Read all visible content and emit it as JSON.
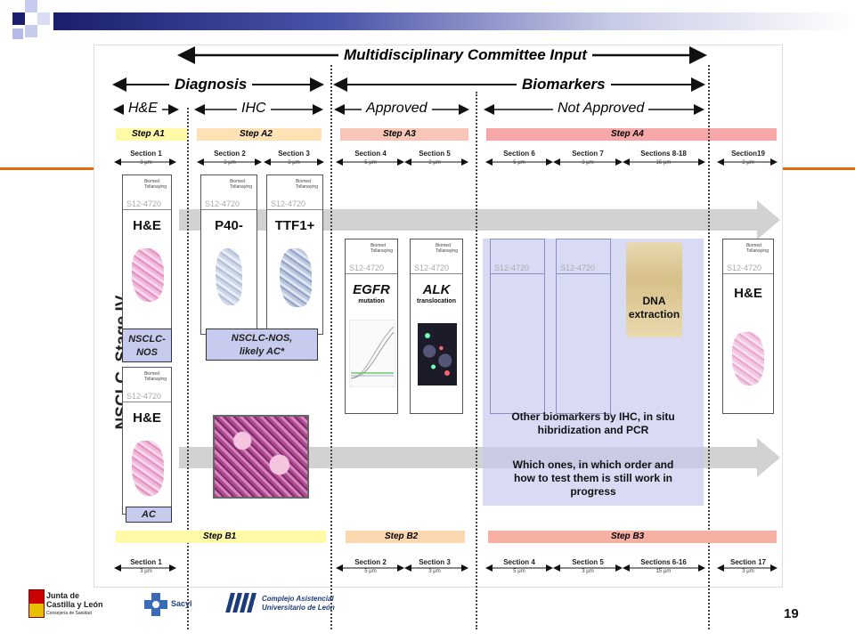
{
  "page_number": "19",
  "header": {
    "top_label": "Multidisciplinary Committee Input",
    "diagnosis": "Diagnosis",
    "biomarkers": "Biomarkers",
    "he": "H&E",
    "ihc": "IHC",
    "approved": "Approved",
    "not_approved": "Not Approved"
  },
  "side_label": "NSCLC. Stage IV",
  "steps_a": [
    "Step A1",
    "Step A2",
    "Step A3",
    "Step A4"
  ],
  "steps_b": [
    "Step B1",
    "Step B2",
    "Step B3"
  ],
  "sections_a": [
    {
      "name": "Section 1",
      "thickness": "3 μm"
    },
    {
      "name": "Section 2",
      "thickness": "3 μm"
    },
    {
      "name": "Section 3",
      "thickness": "3 μm"
    },
    {
      "name": "Section 4",
      "thickness": "5 μm"
    },
    {
      "name": "Section 5",
      "thickness": "3 μm"
    },
    {
      "name": "Section 6",
      "thickness": "5 μm"
    },
    {
      "name": "Section 7",
      "thickness": "3 μm"
    },
    {
      "name": "Sections 8-18",
      "thickness": "15 μm"
    },
    {
      "name": "Section19",
      "thickness": "3 μm"
    }
  ],
  "sections_b": [
    {
      "name": "Section 1",
      "thickness": "3 μm"
    },
    {
      "name": "Section  2",
      "thickness": "5 μm"
    },
    {
      "name": "Section 3",
      "thickness": "3 μm"
    },
    {
      "name": "Section 4",
      "thickness": "5 μm"
    },
    {
      "name": "Section 5",
      "thickness": "3 μm"
    },
    {
      "name": "Sections 6-16",
      "thickness": "15 μm"
    },
    {
      "name": "Section 17",
      "thickness": "3 μm"
    }
  ],
  "slide_code": "S12-4720",
  "slide_logo": "Biomed\nTollanaying",
  "stains": {
    "he": "H&E",
    "p40": "P40-",
    "ttf1": "TTF1+",
    "egfr": "EGFR",
    "egfr_sub": "mutation",
    "alk": "ALK",
    "alk_sub": "translocation",
    "dna": "DNA\nextraction"
  },
  "results": {
    "nsclc_nos": "NSCLC-\nNOS",
    "nsclc_nos_ac": "NSCLC-NOS,\nlikely AC*",
    "ac": "AC"
  },
  "notes": {
    "other_biomarkers": "Other biomarkers by IHC, in situ\nhibridization and PCR",
    "which_ones": "Which ones, in which order and\nhow to test them is still work in\nprogress"
  },
  "footer": {
    "junta": "Junta de\nCastilla y León",
    "consejeria": "Consejería de Sanidad",
    "sacyl": "Sacyl",
    "complejo": "Complejo Asistencial\nUniversitario de León"
  },
  "colors": {
    "step_a1": "#fffaa8",
    "step_a2": "#fde2b6",
    "step_a3": "#f8c6b6",
    "step_a4": "#f6a8a8",
    "step_b1": "#fffaa8",
    "step_b2": "#fcd8b0",
    "step_b3": "#f6b0a4",
    "label_box": "#c7cbee",
    "accent": "#e46c0a",
    "title_bar": "#1a1f6e"
  }
}
